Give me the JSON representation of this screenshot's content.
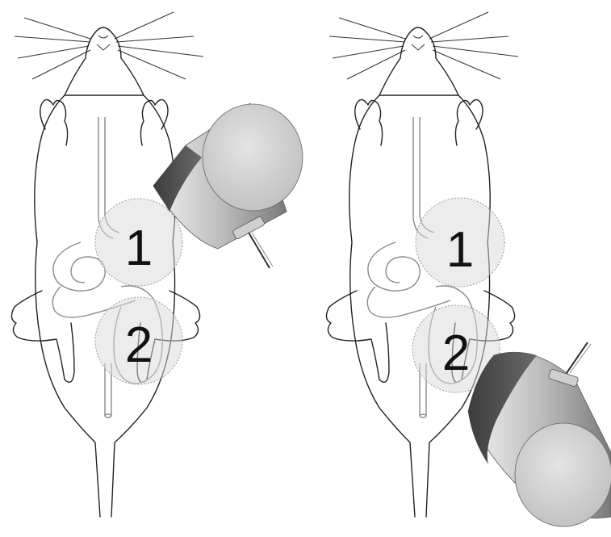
{
  "figure": {
    "panels": [
      {
        "id": "left",
        "transducer_target": "1",
        "regions": [
          {
            "label": "1"
          },
          {
            "label": "2"
          }
        ]
      },
      {
        "id": "right",
        "transducer_target": "2",
        "regions": [
          {
            "label": "1"
          },
          {
            "label": "2"
          }
        ]
      }
    ],
    "colors": {
      "outline": "#222222",
      "region_fill": "#e6e6e6",
      "region_border": "#9a9a9a",
      "transducer_light": "#e2e2e2",
      "transducer_dark": "#4a4a4a"
    }
  }
}
